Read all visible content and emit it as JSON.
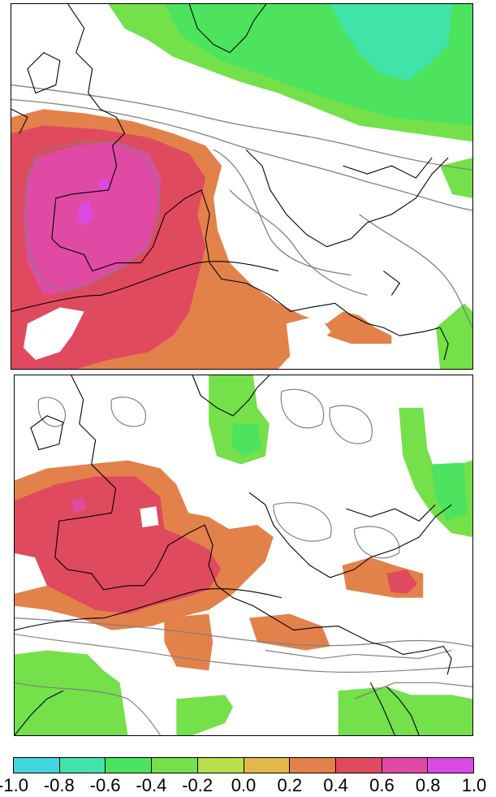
{
  "colorbar": {
    "ticks": [
      "-1.0",
      "-0.8",
      "-0.6",
      "-0.4",
      "-0.2",
      "0.0",
      "0.2",
      "0.4",
      "0.6",
      "0.8",
      "1.0"
    ],
    "colors": [
      "#44d6de",
      "#42e3a8",
      "#4de35f",
      "#74e04a",
      "#b7e04a",
      "#e3b84a",
      "#e3814a",
      "#e04a5f",
      "#e04aa5",
      "#da4ae3"
    ]
  },
  "panels": [
    {
      "id": "top-map",
      "dominant_signal": "positive anomaly over Iberia and western Mediterranean, negative over north-east"
    },
    {
      "id": "bottom-map",
      "dominant_signal": "weaker positive anomaly over Iberia and Anatolia, negative over North Africa"
    }
  ]
}
